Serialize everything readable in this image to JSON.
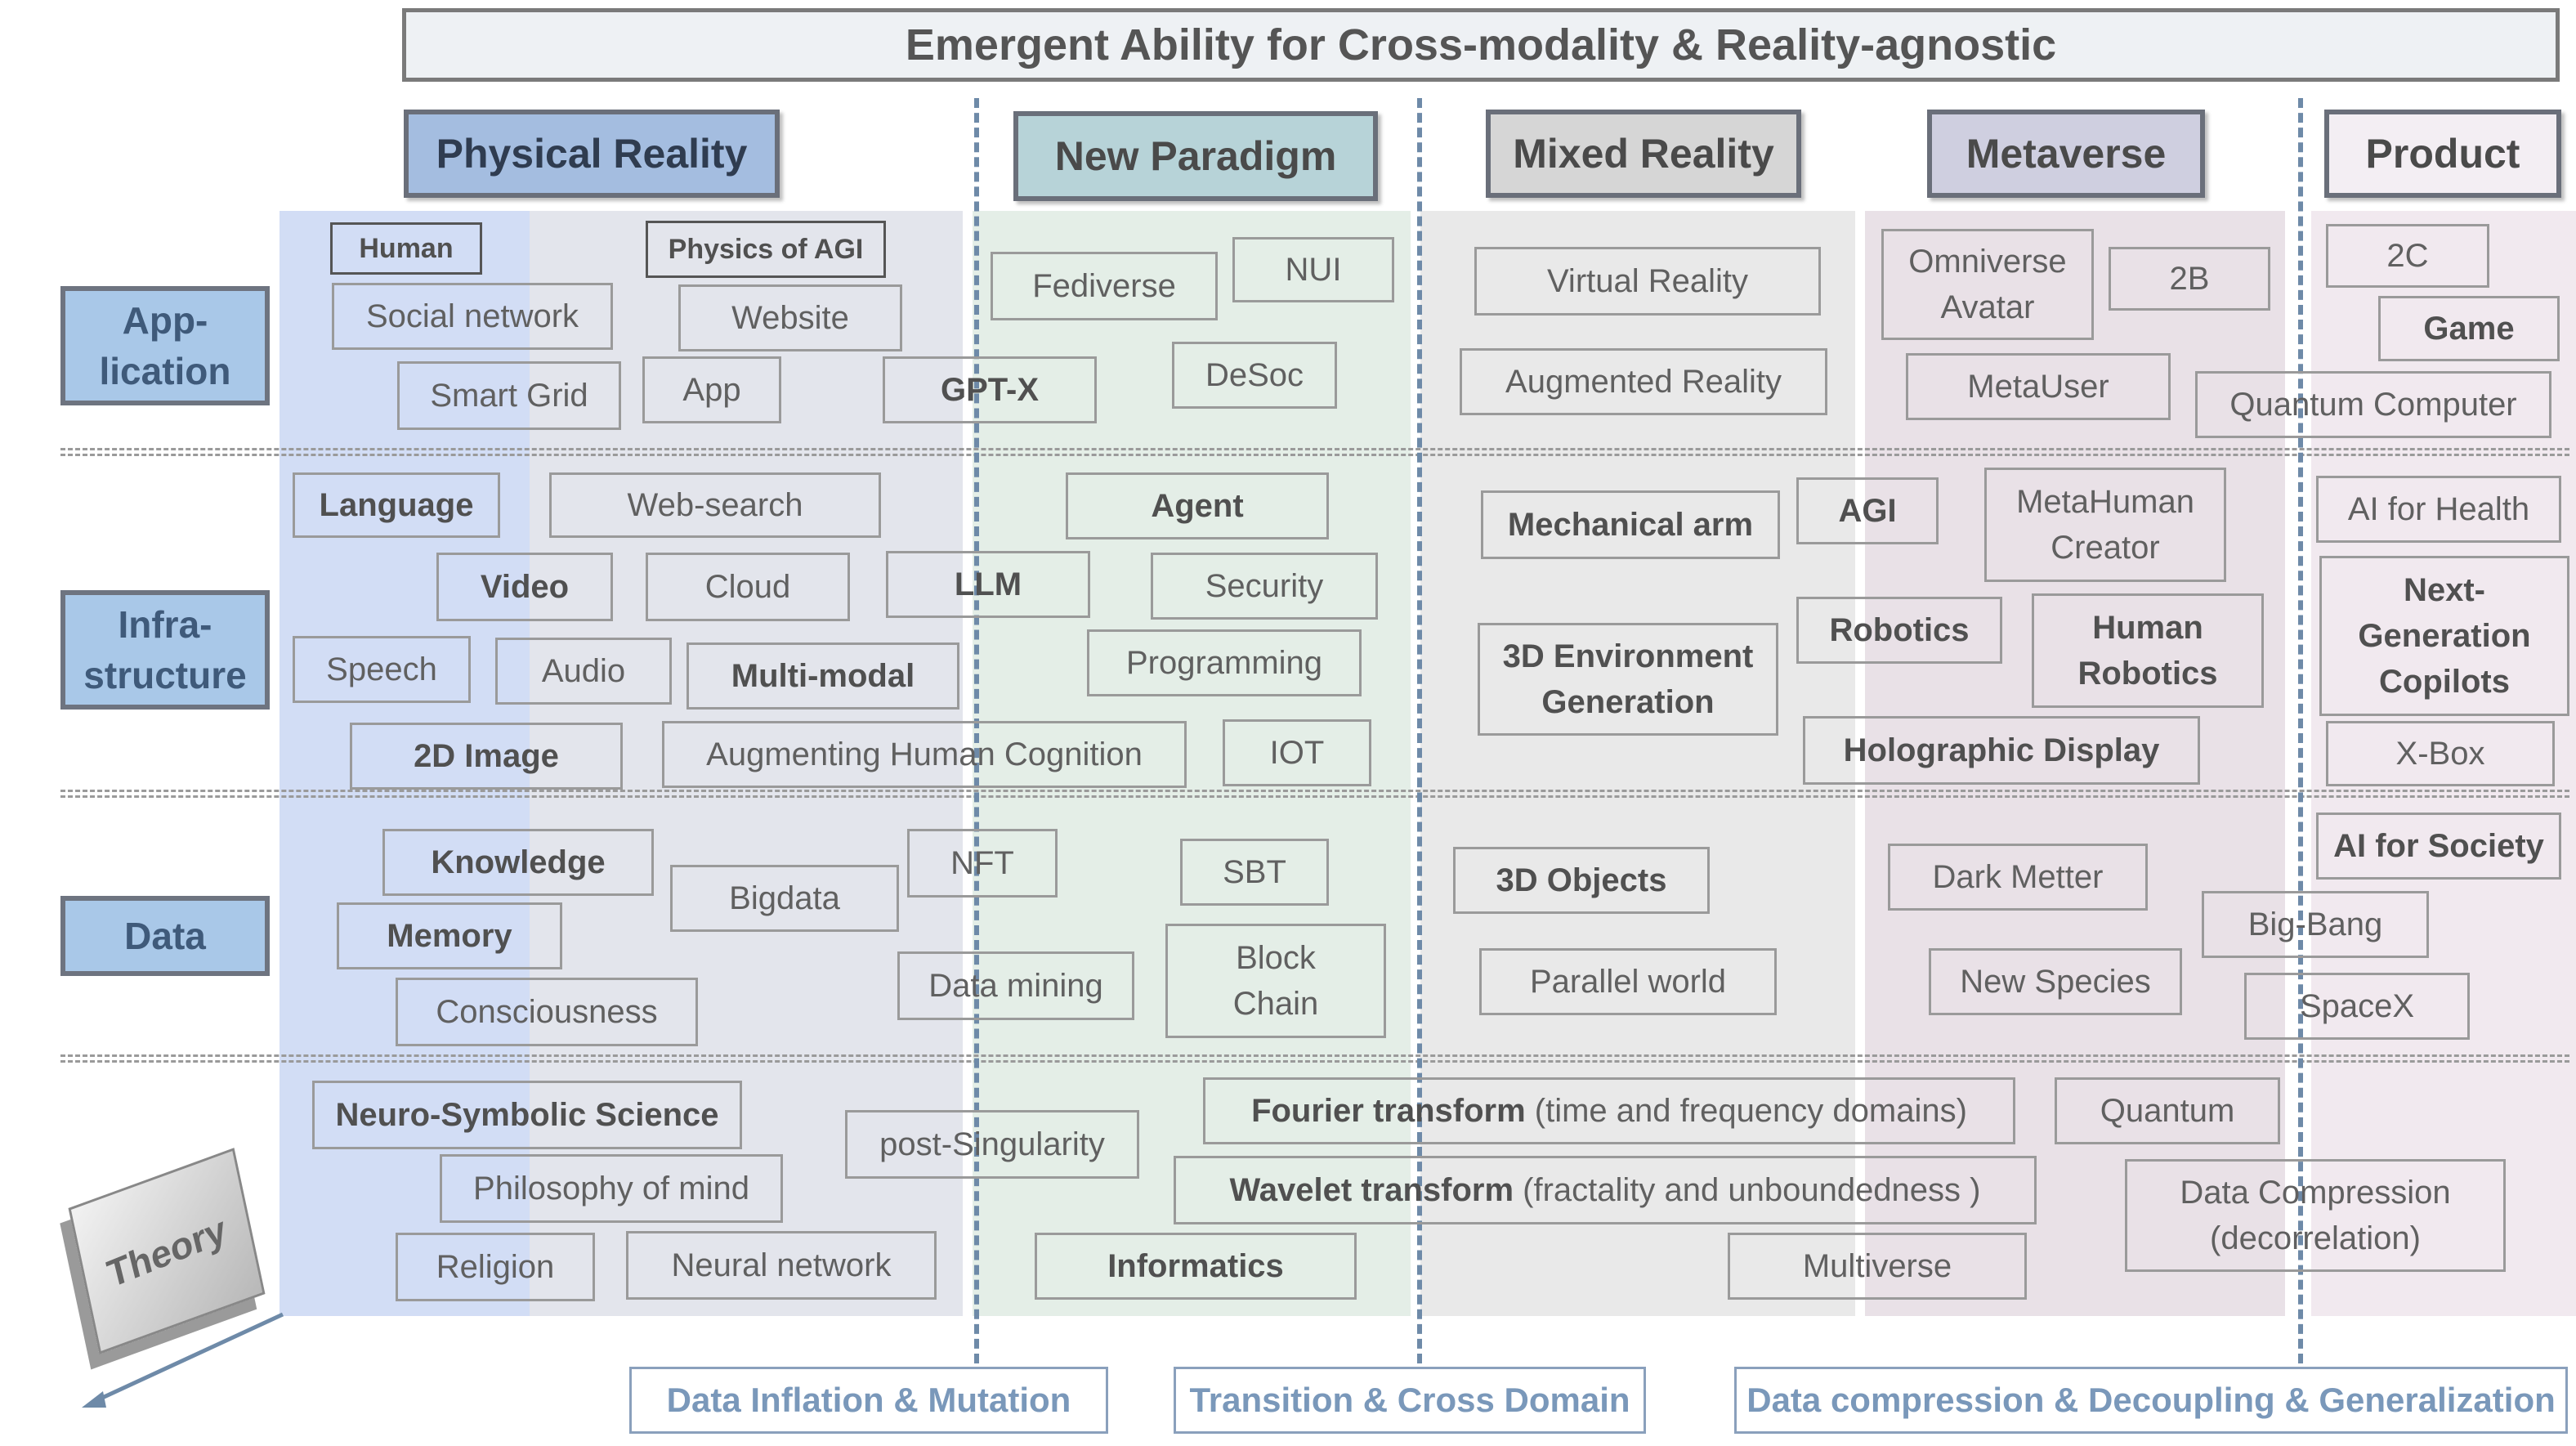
{
  "title": "Emergent Ability for Cross-modality & Reality-agnostic",
  "columns": [
    "Physical Reality",
    "New Paradigm",
    "Mixed Reality",
    "Metaverse",
    "Product"
  ],
  "rows": [
    "App-\nlication",
    "Infra-\nstructure",
    "Data"
  ],
  "theory_label": "Theory",
  "colors": {
    "physical": "#d0dcf4",
    "physical_gray": "#e2e4ea",
    "paradigm": "#e3ede6",
    "mixed": "#e8e8e8",
    "metaverse": "#e8e0e6",
    "product": "#f0e8ee",
    "row_label": "#a9c8e8"
  },
  "items": {
    "app": {
      "human": "Human",
      "physics_agi": "Physics of AGI",
      "social_network": "Social network",
      "website": "Website",
      "smart_grid": "Smart Grid",
      "app": "App",
      "gpt_x": "GPT-X",
      "fediverse": "Fediverse",
      "nui": "NUI",
      "desoc": "DeSoc",
      "virtual_reality": "Virtual Reality",
      "augmented_reality": "Augmented Reality",
      "omniverse_avatar": "Omniverse\nAvatar",
      "two_b": "2B",
      "metauser": "MetaUser",
      "quantum_computer": "Quantum Computer",
      "two_c": "2C",
      "game": "Game"
    },
    "infra": {
      "language": "Language",
      "web_search": "Web-search",
      "agent": "Agent",
      "video": "Video",
      "cloud": "Cloud",
      "llm": "LLM",
      "security": "Security",
      "speech": "Speech",
      "audio": "Audio",
      "multi_modal": "Multi-modal",
      "programming": "Programming",
      "image_2d": "2D Image",
      "augmenting": "Augmenting Human Cognition",
      "iot": "IOT",
      "mechanical_arm": "Mechanical arm",
      "agi": "AGI",
      "metahuman": "MetaHuman\nCreator",
      "env_3d": "3D Environment\nGeneration",
      "robotics": "Robotics",
      "human_robotics": "Human\nRobotics",
      "holographic": "Holographic Display",
      "ai_health": "AI for Health",
      "copilots": "Next-\nGeneration\nCopilots",
      "xbox": "X-Box"
    },
    "data": {
      "knowledge": "Knowledge",
      "nft": "NFT",
      "sbt": "SBT",
      "bigdata": "Bigdata",
      "memory": "Memory",
      "consciousness": "Consciousness",
      "data_mining": "Data mining",
      "block_chain": "Block\nChain",
      "objects_3d": "3D Objects",
      "parallel_world": "Parallel world",
      "dark_metter": "Dark Metter",
      "new_species": "New Species",
      "big_bang": "Big-Bang",
      "spacex": "SpaceX",
      "ai_society": "AI for Society"
    },
    "theory": {
      "neuro_symbolic": "Neuro-Symbolic Science",
      "post_singularity": "post-Singularity",
      "philosophy": "Philosophy of mind",
      "religion": "Religion",
      "neural_network": "Neural network",
      "fourier_bold": "Fourier transform",
      "fourier_rest": " (time and frequency domains)",
      "wavelet_bold": "Wavelet transform",
      "wavelet_rest": " (fractality and unboundedness )",
      "informatics": "Informatics",
      "quantum": "Quantum",
      "multiverse": "Multiverse",
      "data_compression": "Data Compression\n(decorrelation)"
    }
  },
  "bottom": {
    "inflation": "Data Inflation & Mutation",
    "transition": "Transition & Cross Domain",
    "compression": "Data compression & Decoupling & Generalization"
  }
}
